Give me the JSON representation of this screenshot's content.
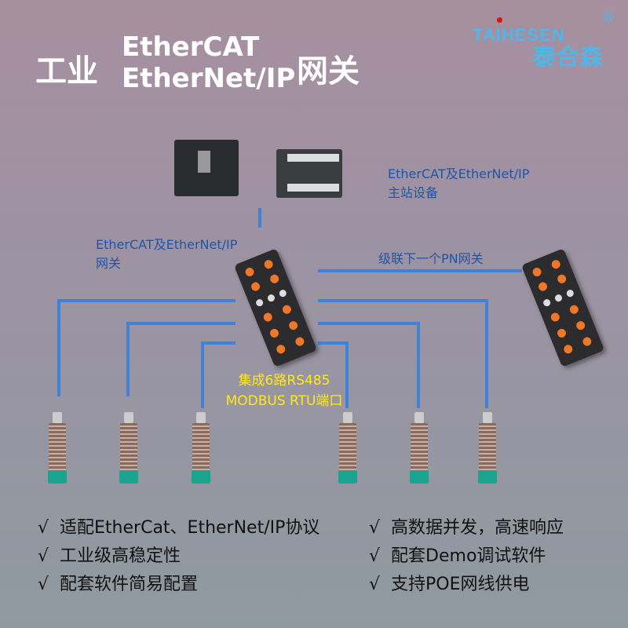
{
  "title": {
    "left": "工业",
    "line1": "EtherCAT",
    "line2": "EtherNet/IP",
    "right": "网关"
  },
  "logo": {
    "en": "TAIHESEN",
    "cn": "泰合森",
    "reg": "®"
  },
  "labels": {
    "master_line1": "EtherCAT及EtherNet/IP",
    "master_line2": "主站设备",
    "gateway_line1": "EtherCAT及EtherNet/IP",
    "gateway_line2": "网关",
    "cascade": "级联下一个PN网关",
    "rs485_line1": "集成6路RS485",
    "rs485_line2": "MODBUS RTU端口"
  },
  "features": {
    "check": "√",
    "left": [
      "适配EtherCat、EtherNet/IP协议",
      "工业级高稳定性",
      "配套软件简易配置"
    ],
    "right": [
      "高数据并发，高速响应",
      "配套Demo调试软件",
      "支持POE网线供电"
    ]
  },
  "colors": {
    "line": "#3f82d8",
    "accent_yellow": "#ffe81a",
    "label_blue": "#1f55a8",
    "logo": "#4fb6e8"
  }
}
